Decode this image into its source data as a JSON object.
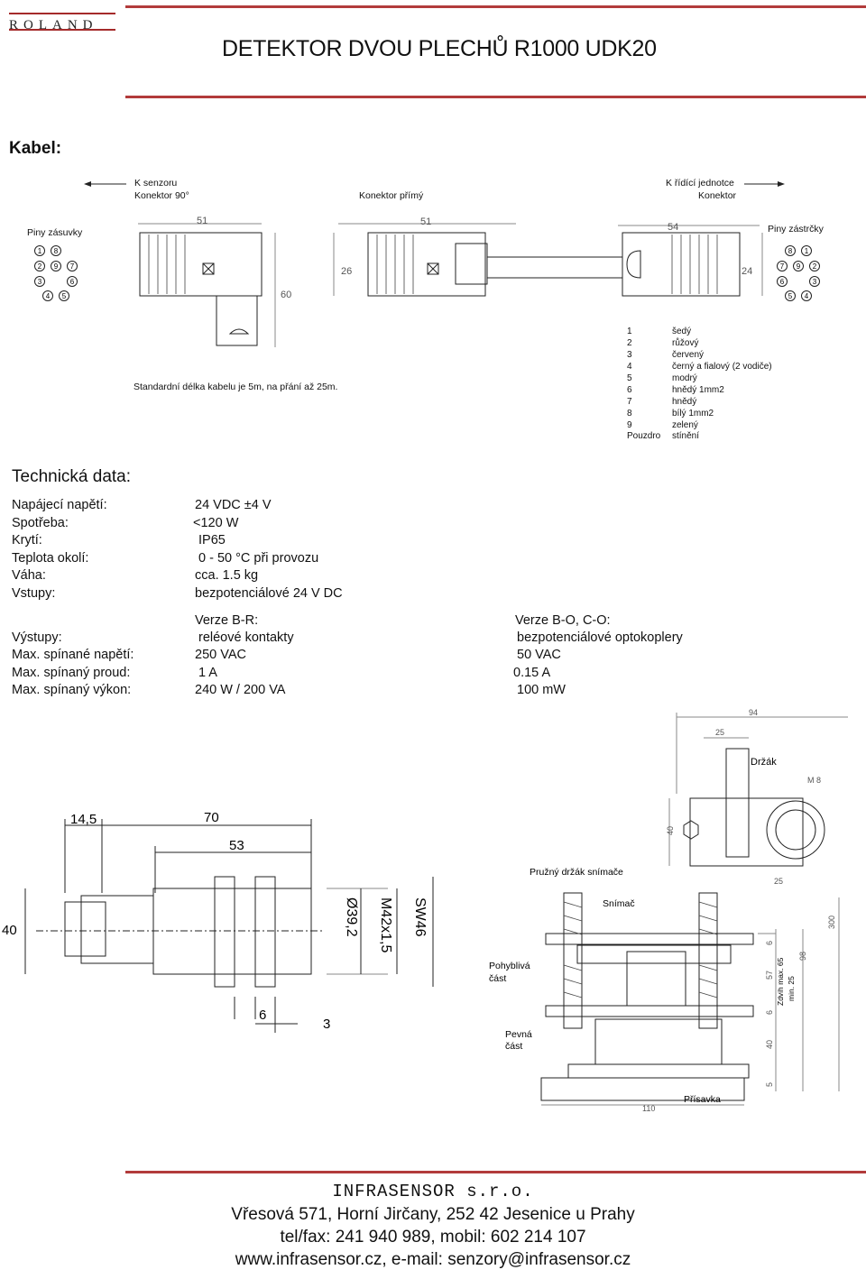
{
  "header": {
    "logo": "ROLAND",
    "title": "DETEKTOR DVOU PLECHŮ R1000 UDK20"
  },
  "kabel": {
    "heading": "Kabel:",
    "k_senzoru": "K senzoru",
    "konektor90": "Konektor 90°",
    "konektor_primy": "Konektor přímý",
    "k_ridici": "K řídící jednotce",
    "konektor": "Konektor",
    "piny_zasuvky": "Piny zásuvky",
    "piny_zastrcky": "Piny zástrčky",
    "dims": {
      "d51a": "51",
      "d51b": "51",
      "d54": "54",
      "d26": "26",
      "d24": "24",
      "d60": "60"
    },
    "standard_length": "Standardní délka kabelu je 5m, na přání až 25m.",
    "wires": [
      {
        "n": "1",
        "c": "šedý"
      },
      {
        "n": "2",
        "c": "růžový"
      },
      {
        "n": "3",
        "c": "červený"
      },
      {
        "n": "4",
        "c": "černý a fialový (2 vodiče)"
      },
      {
        "n": "5",
        "c": "modrý"
      },
      {
        "n": "6",
        "c": "hnědý 1mm2"
      },
      {
        "n": "7",
        "c": "hnědý"
      },
      {
        "n": "8",
        "c": "bílý 1mm2"
      },
      {
        "n": "9",
        "c": "zelený"
      },
      {
        "n": "Pouzdro",
        "c": "stínění"
      }
    ],
    "pins_socket": [
      "1",
      "8",
      "2",
      "9",
      "7",
      "3",
      "6",
      "4",
      "5"
    ],
    "pins_plug": [
      "8",
      "1",
      "7",
      "2",
      "9",
      "6",
      "3",
      "5",
      "4"
    ]
  },
  "tech": {
    "heading": "Technická data:",
    "rows": [
      {
        "label": "Napájecí napětí:",
        "value": "24 VDC ±4 V"
      },
      {
        "label": "Spotřeba:",
        "value": "<120 W"
      },
      {
        "label": "Krytí:",
        "value": "IP65"
      },
      {
        "label": "Teplota okolí:",
        "value": "0 - 50 °C při provozu"
      },
      {
        "label": "Váha:",
        "value": "cca. 1.5 kg"
      },
      {
        "label": "Vstupy:",
        "value": "bezpotenciálové 24 V DC"
      }
    ],
    "verze_br": "Verze B-R:",
    "verze_bo": "Verze B-O, C-O:",
    "outputs": [
      {
        "label": "Výstupy:",
        "br": "reléové kontakty",
        "bo": "bezpotenciálové optokoplery"
      },
      {
        "label": "Max. spínané napětí:",
        "br": "250 VAC",
        "bo": "50 VAC"
      },
      {
        "label": "Max. spínaný proud:",
        "br": "1 A",
        "bo": "0.15 A"
      },
      {
        "label": "Max. spínaný výkon:",
        "br": "240 W / 200 VA",
        "bo": "100 mW"
      }
    ]
  },
  "sensor_drawing": {
    "d14_5": "14,5",
    "d70": "70",
    "d53": "53",
    "d40": "40",
    "d39_2": "Ø39,2",
    "m42": "M42x1,5",
    "sw46": "SW46",
    "d6": "6",
    "d3": "3"
  },
  "holder_drawing": {
    "d94": "94",
    "d25a": "25",
    "drzak": "Držák",
    "m8": "M 8",
    "d40a": "40",
    "pruzny": "Pružný držák snímače",
    "d25b": "25",
    "snimac": "Snímač",
    "pohyblivá": "Pohyblivá",
    "cast1": "část",
    "pevna": "Pevná",
    "cast2": "část",
    "d6a": "6",
    "d57": "57",
    "zdvih": "Zdvih max. 65",
    "min25": "min. 25",
    "d6b": "6",
    "d98": "98",
    "d300": "300",
    "d40b": "40",
    "d5": "5",
    "d110": "110",
    "prisavka": "Přísavka"
  },
  "footer": {
    "company": "INFRASENSOR s.r.o.",
    "address": "Vřesová 571, Horní Jirčany, 252 42 Jesenice u Prahy",
    "phone": "tel/fax: 241 940 989, mobil: 602 214 107",
    "web": "www.infrasensor.cz, e-mail: senzory@infrasensor.cz"
  }
}
